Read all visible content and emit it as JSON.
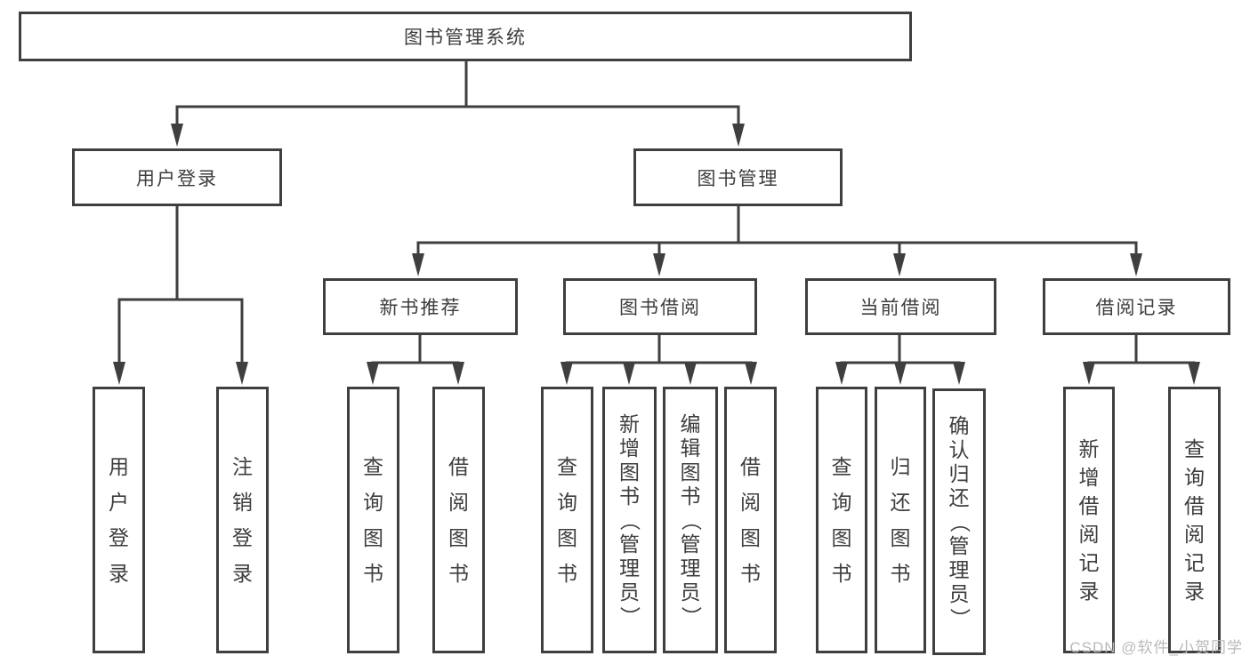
{
  "diagram": {
    "root": {
      "label": "图书管理系统"
    },
    "branches": [
      {
        "label": "用户登录",
        "children": [
          {
            "label": "用户登录"
          },
          {
            "label": "注销登录"
          }
        ]
      },
      {
        "label": "图书管理",
        "children": [
          {
            "label": "新书推荐",
            "children": [
              {
                "label": "查询图书"
              },
              {
                "label": "借阅图书"
              }
            ]
          },
          {
            "label": "图书借阅",
            "children": [
              {
                "label": "查询图书"
              },
              {
                "label": "新增图书（管理员）"
              },
              {
                "label": "编辑图书（管理员）"
              },
              {
                "label": "借阅图书"
              }
            ]
          },
          {
            "label": "当前借阅",
            "children": [
              {
                "label": "查询图书"
              },
              {
                "label": "归还图书"
              },
              {
                "label": "确认归还（管理员）"
              }
            ]
          },
          {
            "label": "借阅记录",
            "children": [
              {
                "label": "新增借阅记录"
              },
              {
                "label": "查询借阅记录"
              }
            ]
          }
        ]
      }
    ]
  },
  "watermark": {
    "text": "CSDN @软件_小贺同学"
  },
  "colors": {
    "line": "#3f3f3f",
    "text": "#3d3d3d",
    "watermark": "#b9b9b9",
    "background": "#ffffff"
  }
}
